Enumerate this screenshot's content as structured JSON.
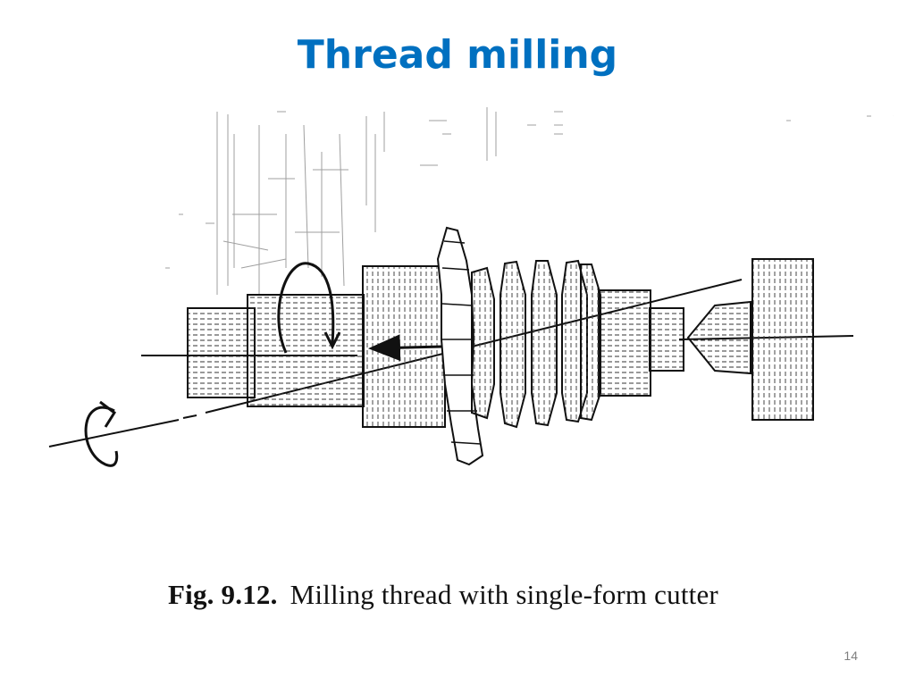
{
  "slide": {
    "title": "Thread milling",
    "title_color": "#0070c0",
    "figure": {
      "caption_label": "Fig. 9.12.",
      "caption_text": "Milling thread with single-form cutter",
      "icon": "thread-milling-diagram"
    },
    "page_number": "14",
    "page_number_color": "#7f7f7f"
  }
}
